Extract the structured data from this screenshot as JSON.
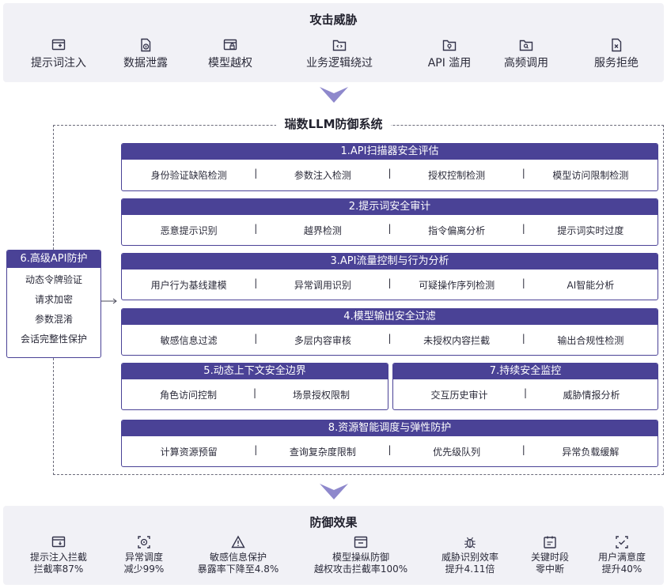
{
  "threats": {
    "title": "攻击威胁",
    "items": [
      {
        "label": "提示词注入",
        "icon": "window-plus-icon"
      },
      {
        "label": "数据泄露",
        "icon": "file-upload-icon"
      },
      {
        "label": "模型越权",
        "icon": "window-lock-icon"
      },
      {
        "label": "业务逻辑绕过",
        "icon": "folder-code-icon"
      },
      {
        "label": "API 滥用",
        "icon": "folder-pin-icon"
      },
      {
        "label": "高频调用",
        "icon": "folder-search-icon"
      },
      {
        "label": "服务拒绝",
        "icon": "file-x-icon"
      }
    ]
  },
  "system": {
    "title": "瑞数LLM防御系统",
    "modules": [
      {
        "title": "1.API扫描器安全评估",
        "items": [
          "身份验证缺陷检测",
          "参数注入检测",
          "授权控制检测",
          "模型访问限制检测"
        ]
      },
      {
        "title": "2.提示词安全审计",
        "items": [
          "恶意提示识别",
          "越界检测",
          "指令偏离分析",
          "提示词实时过度"
        ]
      },
      {
        "title": "3.API流量控制与行为分析",
        "items": [
          "用户行为基线建模",
          "异常调用识别",
          "可疑操作序列检测",
          "AI智能分析"
        ]
      },
      {
        "title": "4.模型输出安全过滤",
        "items": [
          "敏感信息过滤",
          "多层内容审核",
          "未授权内容拦截",
          "输出合规性检测"
        ]
      },
      {
        "title": "5.动态上下文安全边界",
        "items": [
          "角色访问控制",
          "场景授权限制"
        ]
      },
      {
        "title": "7.持续安全监控",
        "items": [
          "交互历史审计",
          "威胁情报分析"
        ]
      },
      {
        "title": "8.资源智能调度与弹性防护",
        "items": [
          "计算资源预留",
          "查询复杂度限制",
          "优先级队列",
          "异常负载缓解"
        ]
      }
    ],
    "side": {
      "title": "6.高级API防护",
      "items": [
        "动态令牌验证",
        "请求加密",
        "参数混淆",
        "会话完整性保护"
      ]
    }
  },
  "effects": {
    "title": "防御效果",
    "items": [
      {
        "line1": "提示注入拦截",
        "line2": "拦截率87%",
        "icon": "window-download-icon"
      },
      {
        "line1": "异常调度",
        "line2": "减少99%",
        "icon": "target-scan-icon"
      },
      {
        "line1": "敏感信息保护",
        "line2": "暴露率下降至4.8%",
        "icon": "warning-icon"
      },
      {
        "line1": "模型操纵防御",
        "line2": "越权攻击拦截率100%",
        "icon": "window-minus-icon"
      },
      {
        "line1": "威胁识别效率",
        "line2": "提升4.11倍",
        "icon": "bug-icon"
      },
      {
        "line1": "关键时段",
        "line2": "零中断",
        "icon": "calendar-icon"
      },
      {
        "line1": "用户满意度",
        "line2": "提升40%",
        "icon": "shield-check-icon"
      }
    ]
  },
  "colors": {
    "accent": "#4a4296",
    "arrow": "#8e88cc",
    "panel_bg": "#f1f1f6"
  }
}
